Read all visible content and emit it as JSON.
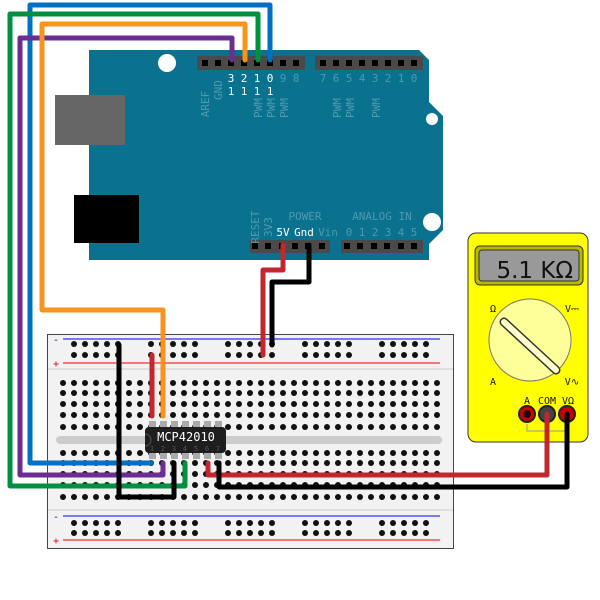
{
  "arduino": {
    "digital_labels": [
      "AREF",
      "GND",
      "3",
      "2",
      "1",
      "0",
      "9",
      "8"
    ],
    "digital_tens": [
      "1",
      "1",
      "1",
      "1"
    ],
    "digital2_labels": [
      "7",
      "6",
      "5",
      "4",
      "3",
      "2",
      "1",
      "0"
    ],
    "pwm": "PWM",
    "power_title": "POWER",
    "analog_title": "ANALOG IN",
    "reset": "RESET",
    "v33": "3V3",
    "v5": "5V",
    "gnd": "Gnd",
    "vin": "Vin",
    "analog_labels": [
      "0",
      "1",
      "2",
      "3",
      "4",
      "5"
    ],
    "color": "#0a718e"
  },
  "chip": {
    "name": "MCP42010",
    "pins": [
      "1",
      "2",
      "3",
      "4",
      "5",
      "6",
      "7"
    ]
  },
  "multimeter": {
    "reading": "5.1 KΩ",
    "dial_labels": {
      "ohm": "Ω",
      "vdc": "V⎓",
      "amp": "A",
      "vac": "V∿"
    },
    "jacks": [
      "A",
      "COM",
      "VΩ"
    ]
  },
  "breadboard": {
    "minus": "-",
    "plus": "+"
  },
  "wires": {
    "blue": "#0070c0",
    "green": "#009040",
    "purple": "#6a2d91",
    "orange": "#f7941d",
    "red": "#c1272d",
    "black": "#000000"
  }
}
